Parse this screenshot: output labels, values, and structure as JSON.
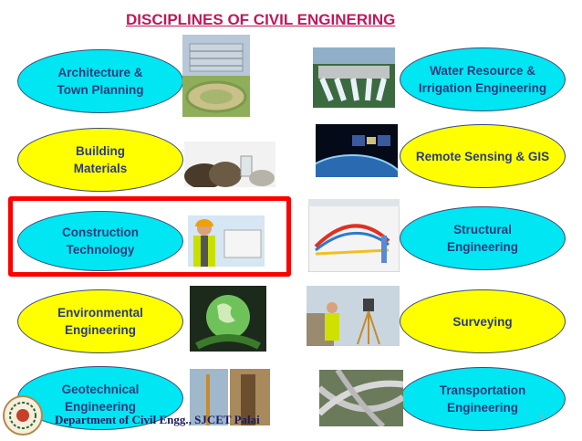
{
  "title": "DISCIPLINES OF CIVIL ENGINERING",
  "left_items": [
    {
      "label": "Architecture &\nTown Planning",
      "color": "#00e6f2"
    },
    {
      "label": "Building\nMaterials",
      "color": "#ffff00"
    },
    {
      "label": "Construction\nTechnology",
      "color": "#00e6f2"
    },
    {
      "label": "Environmental\nEngineering",
      "color": "#ffff00"
    },
    {
      "label": "Geotechnical\nEngineering",
      "color": "#00e6f2"
    }
  ],
  "right_items": [
    {
      "label": "Water Resource &\nIrrigation Engineering",
      "color": "#00e6f2"
    },
    {
      "label": "Remote Sensing & GIS",
      "color": "#ffff00"
    },
    {
      "label": "Structural\nEngineering",
      "color": "#00e6f2"
    },
    {
      "label": "Surveying",
      "color": "#ffff00"
    },
    {
      "label": "Transportation\nEngineering",
      "color": "#00e6f2"
    }
  ],
  "highlighted_item": "Construction\nTechnology",
  "highlight_color": "#ff0000",
  "footer": "Department of Civil Engg., SJCET Palai",
  "page_number": "5"
}
